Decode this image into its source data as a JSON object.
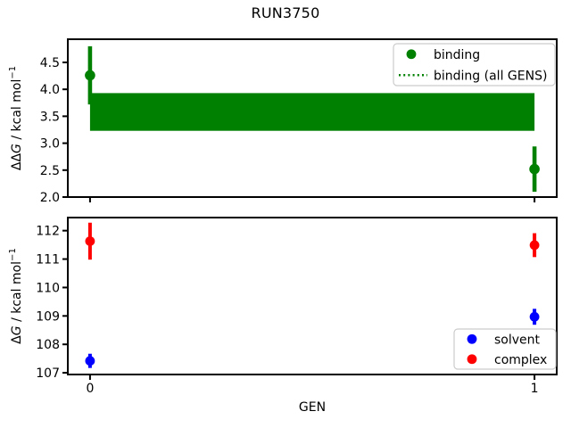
{
  "title": "RUN3750",
  "colors": {
    "binding": "#008000",
    "solvent": "#0000ff",
    "complex": "#ff0000",
    "axis": "#000000",
    "legend_border": "#cccccc",
    "legend_bg": "#ffffff",
    "background": "#ffffff"
  },
  "chart_data": [
    {
      "type": "scatter",
      "panel": "binding",
      "ylabel": "ΔΔG / kcal mol−1",
      "ylabel_parts": {
        "prefix": "ΔΔ",
        "italic": "G",
        "units": " / kcal mol",
        "superscript": "−1"
      },
      "xlim": [
        -0.05,
        1.05
      ],
      "ylim": [
        2.0,
        4.93
      ],
      "xticks": [
        0,
        1
      ],
      "xtick_labels": [
        "",
        ""
      ],
      "yticks": [
        2.0,
        2.5,
        3.0,
        3.5,
        4.0,
        4.5
      ],
      "ytick_labels": [
        "2.0",
        "2.5",
        "3.0",
        "3.5",
        "4.0",
        "4.5"
      ],
      "grid": false,
      "series": [
        {
          "name": "binding",
          "color": "#008000",
          "marker": "circle",
          "x": [
            0,
            1
          ],
          "y": [
            4.26,
            2.52
          ],
          "yerr": [
            0.54,
            0.42
          ]
        }
      ],
      "band": {
        "name": "binding (all GENS)",
        "color": "#008000",
        "linestyle": "dotted",
        "x_range": [
          0,
          1
        ],
        "lower": 3.23,
        "upper": 3.93
      },
      "legend": {
        "position": "upper right",
        "entries": [
          {
            "label": "binding",
            "glyph": "dot",
            "color": "#008000"
          },
          {
            "label": "binding (all GENS)",
            "glyph": "dotted-line",
            "color": "#008000"
          }
        ]
      }
    },
    {
      "type": "scatter",
      "panel": "dG",
      "xlabel": "GEN",
      "ylabel": "ΔG / kcal mol−1",
      "ylabel_parts": {
        "prefix": "Δ",
        "italic": "G",
        "units": " / kcal mol",
        "superscript": "−1"
      },
      "xlim": [
        -0.05,
        1.05
      ],
      "ylim": [
        106.94,
        112.46
      ],
      "xticks": [
        0,
        1
      ],
      "xtick_labels": [
        "0",
        "1"
      ],
      "yticks": [
        107,
        108,
        109,
        110,
        111,
        112
      ],
      "ytick_labels": [
        "107",
        "108",
        "109",
        "110",
        "111",
        "112"
      ],
      "grid": false,
      "series": [
        {
          "name": "solvent",
          "color": "#0000ff",
          "marker": "circle",
          "x": [
            0,
            1
          ],
          "y": [
            107.42,
            108.97
          ],
          "yerr": [
            0.25,
            0.28
          ]
        },
        {
          "name": "complex",
          "color": "#ff0000",
          "marker": "circle",
          "x": [
            0,
            1
          ],
          "y": [
            111.63,
            111.49
          ],
          "yerr": [
            0.65,
            0.42
          ]
        }
      ],
      "legend": {
        "position": "lower right",
        "entries": [
          {
            "label": "solvent",
            "glyph": "dot",
            "color": "#0000ff"
          },
          {
            "label": "complex",
            "glyph": "dot",
            "color": "#ff0000"
          }
        ]
      }
    }
  ]
}
